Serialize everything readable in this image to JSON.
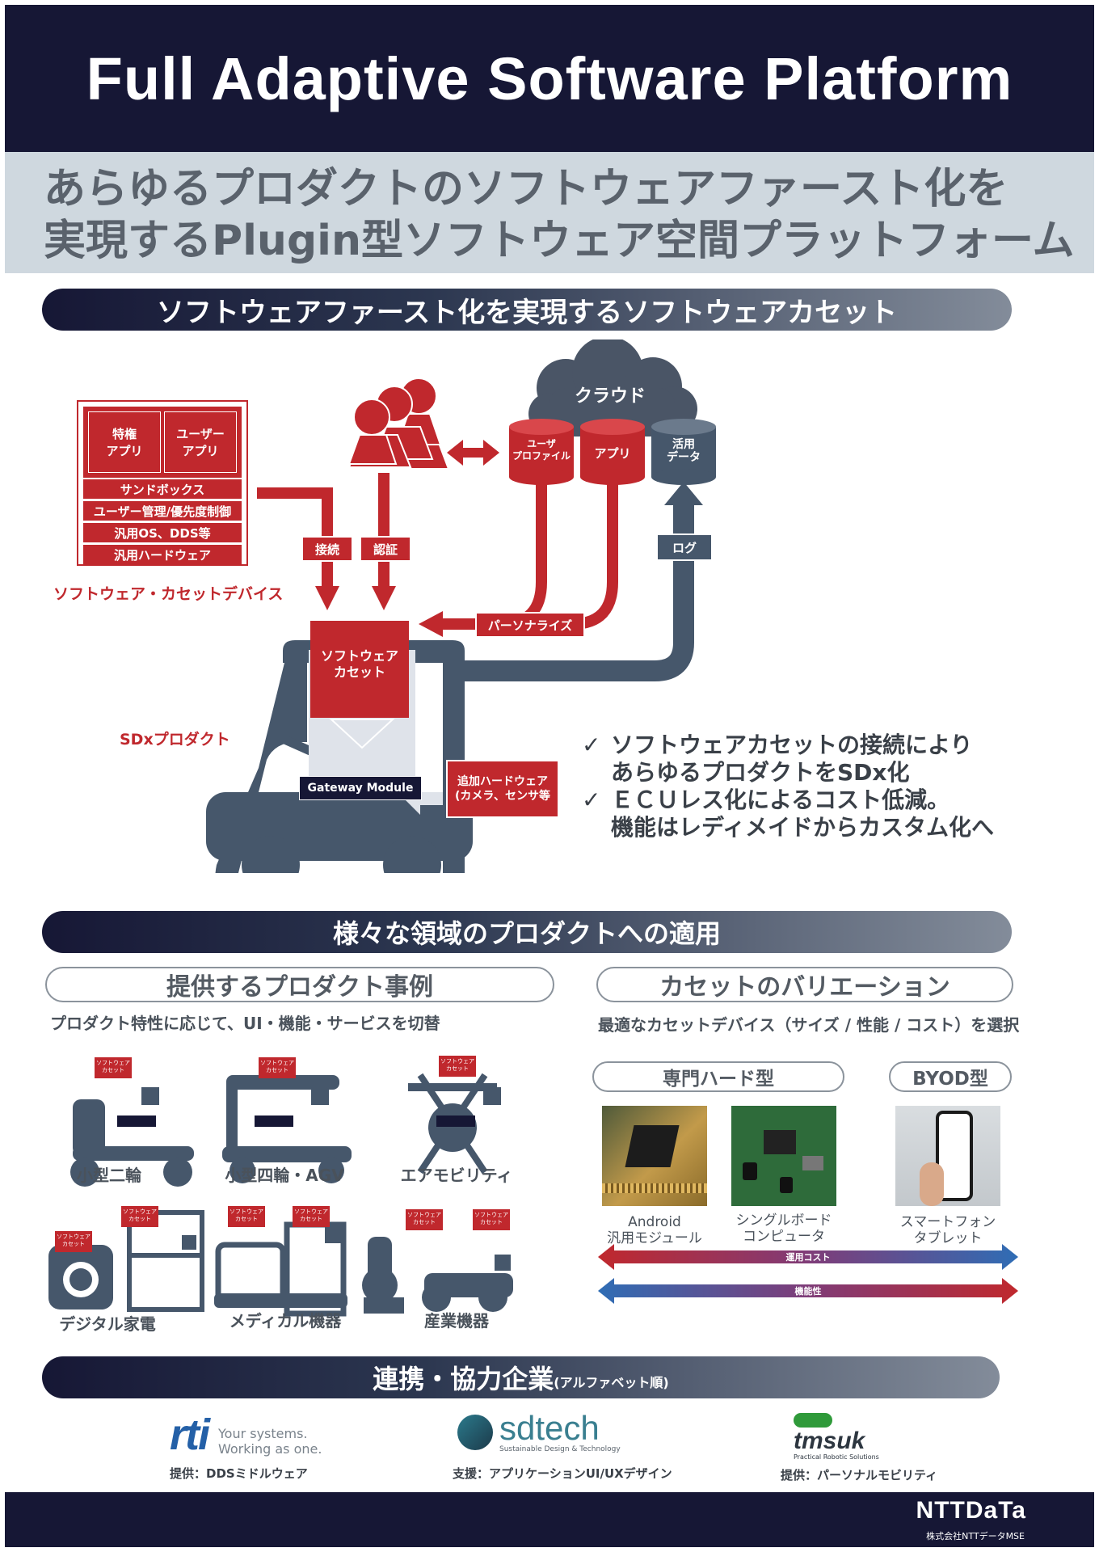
{
  "header": {
    "title": "Full Adaptive Software Platform"
  },
  "subtitle": {
    "line1": "あらゆるプロダクトのソフトウェアファースト化を",
    "line2": "実現するPlugin型ソフトウェア空間プラットフォーム"
  },
  "section1": {
    "title": "ソフトウェアファースト化を実現するソフトウェアカセット",
    "device": {
      "app1": "特権\nアプリ",
      "app2": "ユーザー\nアプリ",
      "layers": [
        "サンドボックス",
        "ユーザー管理/優先度制御",
        "汎用OS、DDS等",
        "汎用ハードウェア"
      ],
      "caption": "ソフトウェア・カセットデバイス"
    },
    "cloud": {
      "label": "クラウド",
      "db_user": "ユーザ\nプロファイル",
      "db_app": "アプリ",
      "db_data": "活用\nデータ"
    },
    "tags": {
      "connect": "接続",
      "auth": "認証",
      "log": "ログ",
      "personalize": "パーソナライズ"
    },
    "cassette_label": "ソフトウェア\nカセット",
    "gateway": "Gateway Module",
    "extra_hw": "追加ハードウェア\n(カメラ、センサ等",
    "sdx_label": "SDxプロダクト",
    "checks": [
      {
        "mark": "✓",
        "text": "ソフトウェアカセットの接続により\nあらゆるプロダクトをSDx化"
      },
      {
        "mark": "✓",
        "text": "ＥＣＵレス化によるコスト低減。\n機能はレディメイドからカスタム化へ"
      }
    ]
  },
  "section2": {
    "title": "様々な領域のプロダクトへの適用",
    "left": {
      "pill": "提供するプロダクト事例",
      "desc": "プロダクト特性に応じて、UI・機能・サービスを切替",
      "mini_cassette": "ソフトウェア\nカセット",
      "products": [
        "小型二輪",
        "小型四輪・AGV",
        "エアモビリティ",
        "デジタル家電",
        "メディカル機器",
        "産業機器"
      ]
    },
    "right": {
      "pill": "カセットのバリエーション",
      "desc": "最適なカセットデバイス（サイズ / 性能 / コスト）を選択",
      "type_hw": "専門ハード型",
      "type_byod": "BYOD型",
      "items": [
        "Android\n汎用モジュール",
        "シングルボード\nコンピュータ",
        "スマートフォン\nタブレット"
      ],
      "arrow1": "運用コスト",
      "arrow2": "機能性"
    }
  },
  "section3": {
    "title_main": "連携・協力企業",
    "title_note": "(アルファベット順)",
    "partners": [
      {
        "logo": "rti",
        "tagline": "Your systems.\nWorking as one.",
        "caption": "提供：DDSミドルウェア"
      },
      {
        "logo": "sdtech",
        "tagline": "Sustainable Design & Technology",
        "caption": "支援：アプリケーションUI/UXデザイン"
      },
      {
        "logo": "tmsuk",
        "tagline": "Practical Robotic Solutions",
        "caption": "提供：パーソナルモビリティ"
      }
    ]
  },
  "footer": {
    "brand": "NTTDaTa",
    "company": "株式会社NTTデータMSE"
  },
  "colors": {
    "navy": "#161735",
    "red": "#c0282d",
    "slate": "#46576b",
    "blue": "#2f6db5"
  }
}
